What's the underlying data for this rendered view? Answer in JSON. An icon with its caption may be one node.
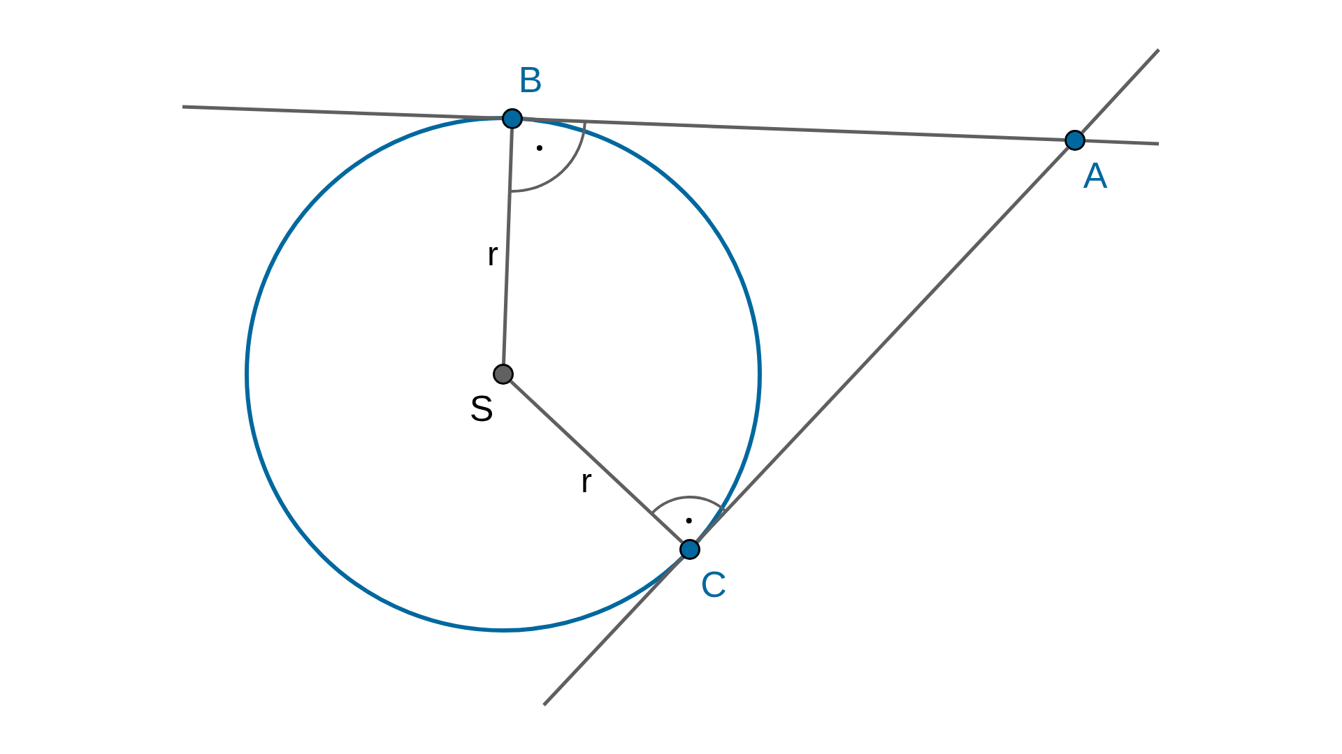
{
  "diagram": {
    "nodes": [
      {
        "text": [],
        "shape": "circle",
        "beside": [
          "B"
        ]
      },
      {
        "text": [],
        "shape": "circle",
        "beside": [
          "A"
        ]
      },
      {
        "text": [],
        "shape": "circle",
        "beside": [
          "S"
        ]
      },
      {
        "text": [],
        "shape": "circle",
        "beside": [
          "C"
        ]
      }
    ],
    "edges": [
      {
        "from": 2,
        "to": 0,
        "arrow": "none",
        "label": "r"
      },
      {
        "from": 2,
        "to": 3,
        "arrow": "none",
        "label": "r"
      },
      {
        "from": 0,
        "to": 1,
        "arrow": "none"
      },
      {
        "from": 3,
        "to": 1,
        "arrow": "none"
      }
    ]
  }
}
